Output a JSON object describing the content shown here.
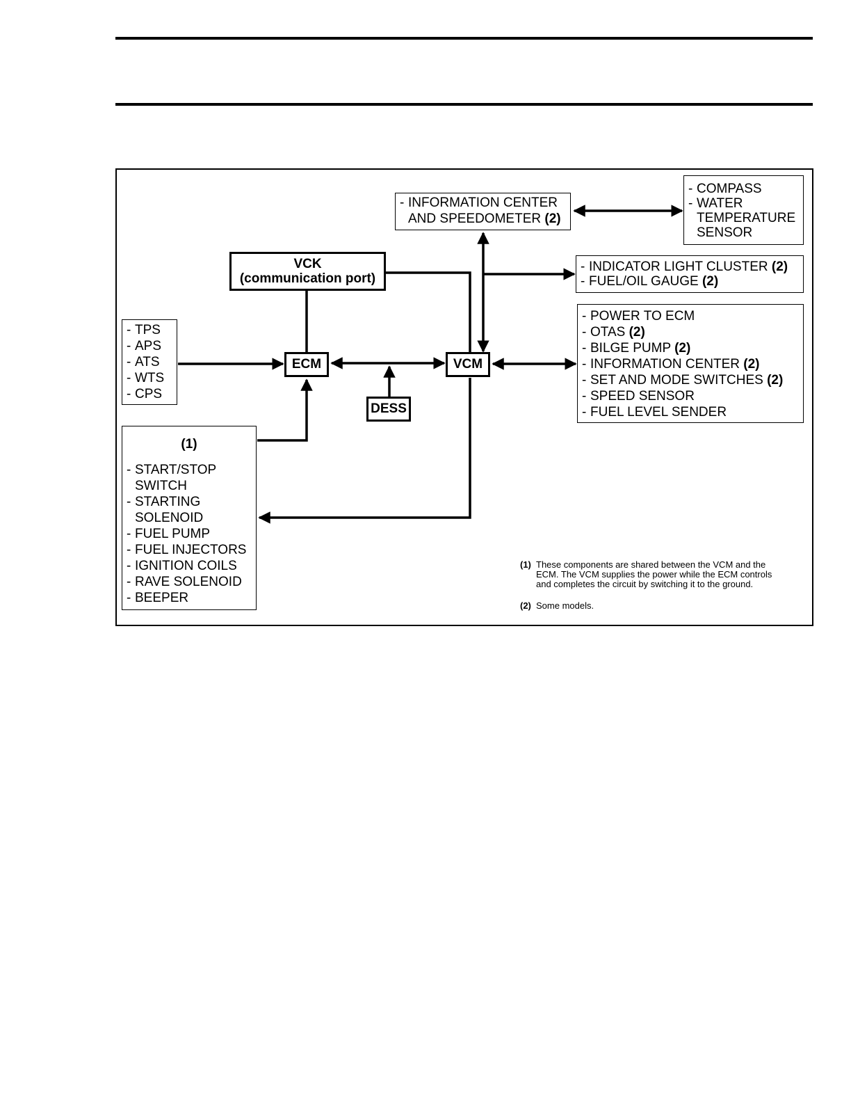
{
  "diagram": {
    "info_speedo": {
      "line1": "INFORMATION CENTER",
      "line2": "AND SPEEDOMETER",
      "note": "(2)"
    },
    "compass": {
      "items": [
        "COMPASS",
        "WATER"
      ],
      "cont": [
        "TEMPERATURE",
        "SENSOR"
      ]
    },
    "vck": {
      "line1": "VCK",
      "line2": "(communication port)"
    },
    "indicator": {
      "items": [
        {
          "text": "INDICATOR LIGHT CLUSTER",
          "note": "(2)"
        },
        {
          "text": "FUEL/OIL GAUGE",
          "note": "(2)"
        }
      ]
    },
    "sensors": {
      "items": [
        "TPS",
        "APS",
        "ATS",
        "WTS",
        "CPS"
      ]
    },
    "ecm": {
      "label": "ECM"
    },
    "vcm": {
      "label": "VCM"
    },
    "dess": {
      "label": "DESS"
    },
    "vcm_outputs": {
      "items": [
        {
          "text": "POWER TO ECM",
          "note": ""
        },
        {
          "text": "OTAS",
          "note": "(2)"
        },
        {
          "text": "BILGE PUMP",
          "note": "(2)"
        },
        {
          "text": "INFORMATION CENTER",
          "note": "(2)"
        },
        {
          "text": "SET AND MODE SWITCHES",
          "note": "(2)"
        },
        {
          "text": "SPEED SENSOR",
          "note": ""
        },
        {
          "text": "FUEL LEVEL SENDER",
          "note": ""
        }
      ]
    },
    "shared": {
      "title": "(1)",
      "items": [
        "START/STOP",
        "SWITCH",
        "STARTING",
        "SOLENOID",
        "FUEL PUMP",
        "FUEL INJECTORS",
        "IGNITION COILS",
        "RAVE SOLENOID",
        "BEEPER"
      ]
    },
    "notes": [
      {
        "num": "(1)",
        "lines": [
          "These components are shared between the VCM and the",
          "ECM. The VCM supplies the power while the ECM controls",
          "and completes the circuit by switching it to the ground."
        ]
      },
      {
        "num": "(2)",
        "lines": [
          "Some models."
        ]
      }
    ]
  }
}
